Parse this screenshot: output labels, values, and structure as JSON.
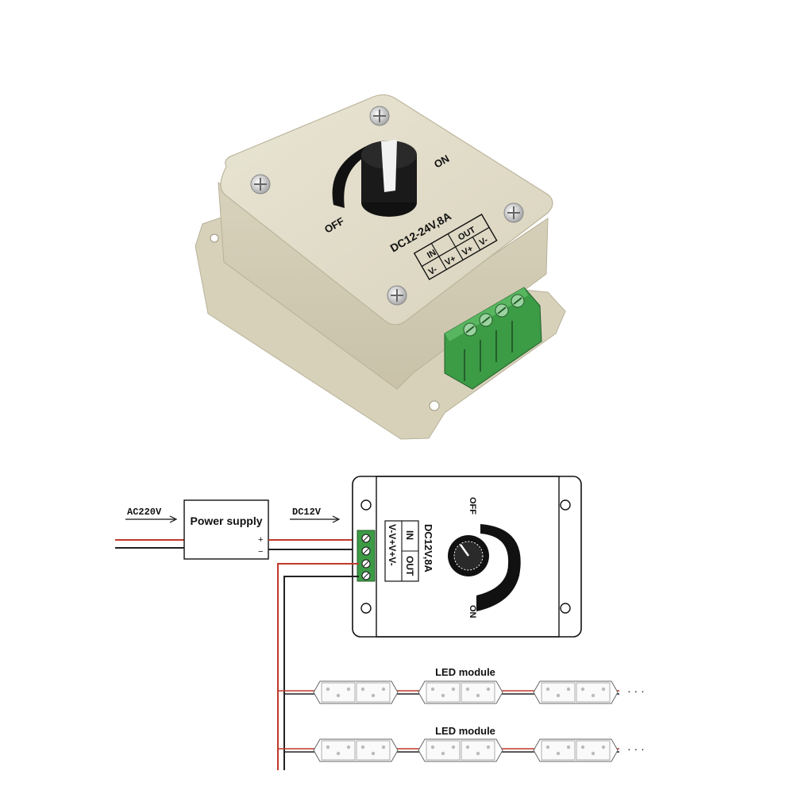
{
  "product": {
    "rating": "DC12-24V,8A",
    "knob_off": "OFF",
    "knob_on": "ON",
    "terminal_in": "IN",
    "terminal_out": "OUT",
    "pin_1": "V-",
    "pin_2": "V+",
    "pin_3": "V+",
    "pin_4": "V-"
  },
  "diagram": {
    "ac_label": "AC220V",
    "power_supply": "Power supply",
    "plus": "+",
    "minus": "−",
    "dc_label": "DC12V",
    "dimmer_rating": "DC12V,8A",
    "dimmer_in": "IN",
    "dimmer_out": "OUT",
    "pins": "V-V+V+V-",
    "off": "OFF",
    "on": "ON",
    "led_module_1": "LED module",
    "led_module_2": "LED module",
    "ellipsis_1": "· · ·",
    "ellipsis_2": "· · ·"
  },
  "colors": {
    "housing": "#ddd8c4",
    "terminal": "#3c9b45",
    "wire_red": "#c0392b",
    "wire_black": "#222222"
  }
}
